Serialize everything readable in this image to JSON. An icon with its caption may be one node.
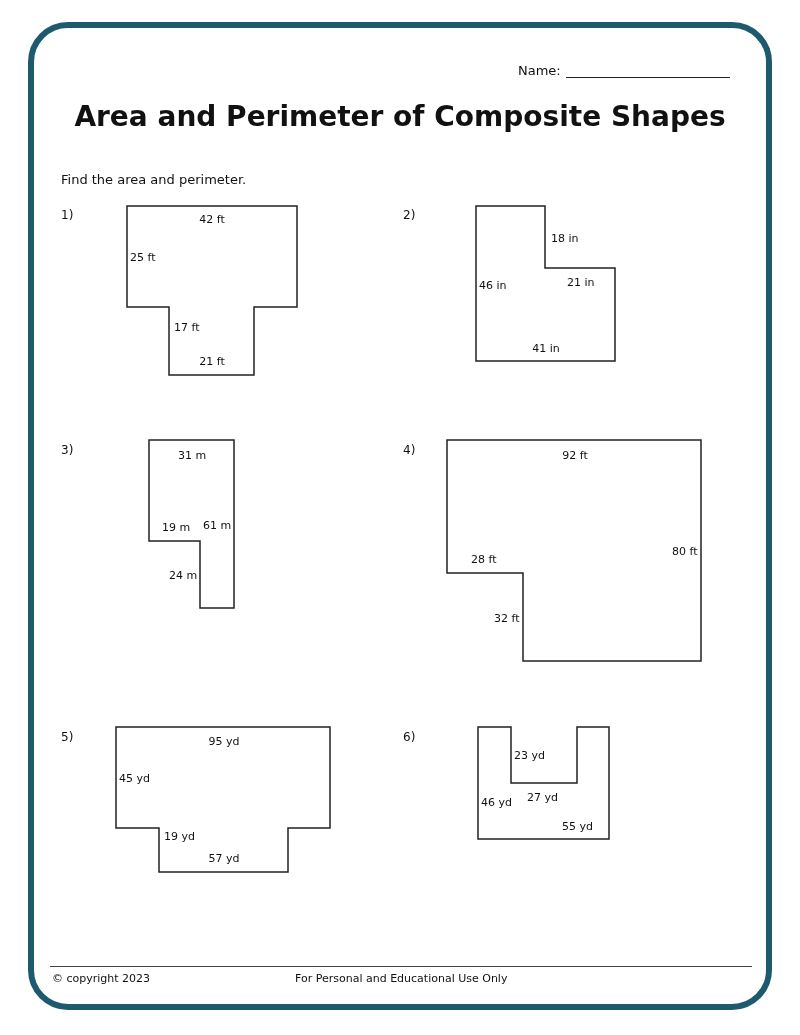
{
  "diagram": {
    "title": "Area and Perimeter of Composite Shapes",
    "nodes": [
      {
        "text": [
          "42 ft",
          "25 ft",
          "17 ft",
          "21 ft"
        ]
      },
      {
        "text": [
          "18 in",
          "46 in",
          "21 in",
          "41 in"
        ]
      },
      {
        "text": [
          "31 m",
          "19 m",
          "61 m",
          "24 m"
        ]
      },
      {
        "text": [
          "92 ft",
          "28 ft",
          "80 ft",
          "32 ft"
        ]
      },
      {
        "text": [
          "95 yd",
          "45 yd",
          "19 yd",
          "57 yd"
        ]
      },
      {
        "text": [
          "23 yd",
          "46 yd",
          "27 yd",
          "55 yd"
        ]
      }
    ],
    "labels": [
      "Name:",
      "Find the area and perimeter.",
      "1)",
      "2)",
      "3)",
      "4)",
      "5)",
      "6)",
      "© copyright 2023",
      "For Personal and Educational Use Only"
    ]
  }
}
